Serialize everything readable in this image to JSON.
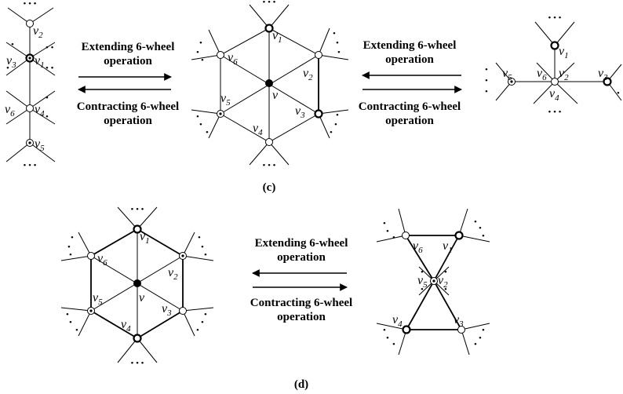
{
  "captions": {
    "c": "(c)",
    "d": "(d)"
  },
  "operations": {
    "extend": [
      "Extending 6-wheel",
      "operation"
    ],
    "contract": [
      "Contracting 6-wheel",
      "operation"
    ]
  },
  "labels": {
    "v": "v",
    "v1": "1",
    "v2": "2",
    "v3": "3",
    "v4": "4",
    "v5": "5",
    "v6": "6"
  },
  "ellipsis": "• • •"
}
